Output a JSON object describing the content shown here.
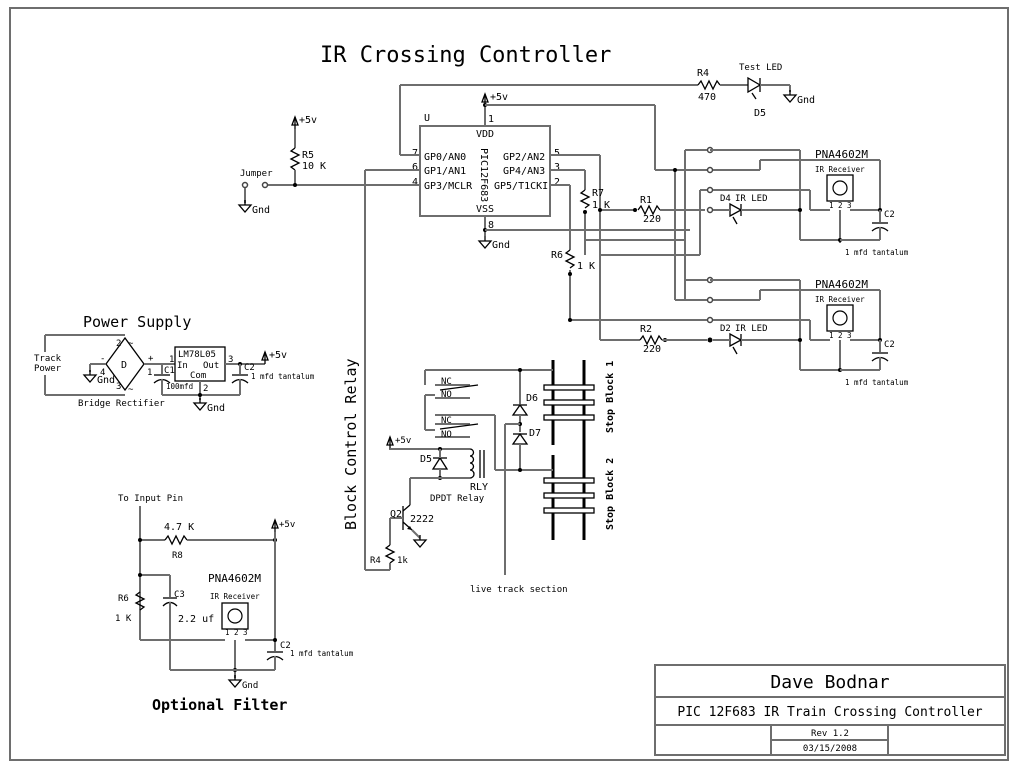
{
  "title": "IR Crossing Controller",
  "mcu": {
    "ref": "U",
    "part": "PIC12F683",
    "vdd": "VDD",
    "vss": "VSS",
    "pins": [
      {
        "num": "7",
        "name": "GP0/AN0"
      },
      {
        "num": "6",
        "name": "GP1/AN1"
      },
      {
        "num": "4",
        "name": "GP3/MCLR"
      },
      {
        "num": "5",
        "name": "GP2/AN2"
      },
      {
        "num": "3",
        "name": "GP4/AN3"
      },
      {
        "num": "2",
        "name": "GP5/T1CKI"
      },
      {
        "num": "1",
        "name": "VDD"
      },
      {
        "num": "8",
        "name": "VSS"
      }
    ]
  },
  "labels": {
    "vcc": "+5v",
    "gnd": "Gnd",
    "jumper": "Jumper"
  },
  "resistors": {
    "r5": {
      "ref": "R5",
      "value": "10 K"
    },
    "r4_led": {
      "ref": "R4",
      "value": "470"
    },
    "r7": {
      "ref": "R7",
      "value": "1 K"
    },
    "r6": {
      "ref": "R6",
      "value": "1 K"
    },
    "r1": {
      "ref": "R1",
      "value": "220"
    },
    "r2": {
      "ref": "R2",
      "value": "220"
    },
    "r4_relay": {
      "ref": "R4",
      "value": "1k"
    },
    "r8": {
      "ref": "R8",
      "value": "4.7 K"
    },
    "r6_filter": {
      "ref": "R6",
      "value": "1 K"
    }
  },
  "leds": {
    "test": {
      "ref": "D5",
      "label": "Test LED"
    },
    "d4": {
      "ref": "D4",
      "label": "IR LED"
    },
    "d2": {
      "ref": "D2",
      "label": "IR LED"
    }
  },
  "receivers": [
    {
      "part": "PNA4602M",
      "label": "IR Receiver",
      "pins": "1 2 3",
      "cap_ref": "C2",
      "cap_value": "1 mfd tantalum"
    },
    {
      "part": "PNA4602M",
      "label": "IR Receiver",
      "pins": "1 2 3",
      "cap_ref": "C2",
      "cap_value": "1 mfd tantalum"
    }
  ],
  "power_supply": {
    "heading": "Power Supply",
    "input": [
      "Track",
      "Power"
    ],
    "bridge_ref": "D",
    "bridge_label": "Bridge Rectifier",
    "bridge_pins": {
      "p1": "1",
      "p2": "2",
      "p3": "3",
      "p4": "4",
      "plus": "+",
      "minus": "-",
      "ac": "~"
    },
    "regulator": {
      "part": "LM78L05",
      "in": "In",
      "out": "Out",
      "com": "Com",
      "pin_in": "1",
      "pin_out": "3",
      "pin_com": "2"
    },
    "c1": {
      "ref": "C1",
      "value": "100mfd"
    },
    "c2": {
      "ref": "C2",
      "value": "1 mfd tantalum"
    }
  },
  "relay_section": {
    "heading": "Block Control Relay",
    "contacts": [
      "NC",
      "NO",
      "NC",
      "NO"
    ],
    "relay_ref": "RLY",
    "relay_label": "DPDT Relay",
    "flyback": "D5",
    "transistor_ref": "Q2",
    "transistor_part": "2222",
    "d6": "D6",
    "d7": "D7",
    "live": "live track section",
    "block1": "Stop Block 1",
    "block2": "Stop Block 2"
  },
  "filter": {
    "heading": "Optional Filter",
    "input": "To Input Pin",
    "receiver": {
      "part": "PNA4602M",
      "label": "IR Receiver",
      "pins": "1 2 3"
    },
    "c3": {
      "ref": "C3",
      "value": "2.2 uf"
    },
    "c2": {
      "ref": "C2",
      "value": "1 mfd tantalum"
    }
  },
  "title_block": {
    "author": "Dave Bodnar",
    "description": "PIC 12F683 IR Train Crossing Controller",
    "rev": "Rev 1.2",
    "date": "03/15/2008"
  }
}
